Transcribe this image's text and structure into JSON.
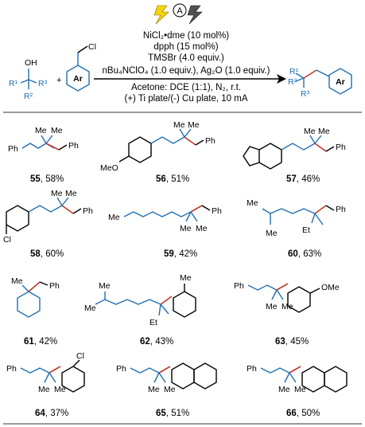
{
  "header": {
    "photo_label": "A",
    "conditions": [
      "NiCl₂•dme (10 mol%)",
      "dpph (15 mol%)",
      "TMSBr (4.0 equiv.)",
      "nBu₄NClO₄ (1.0 equiv.), Ag₂O (1.0 equiv.)",
      "Acetone: DCE (1:1), N₂, r.t.",
      "(+) Ti plate/(-) Cu plate, 10 mA"
    ],
    "reactant1": {
      "oh": "OH",
      "r1": "R¹",
      "r2": "R²",
      "r3": "R³"
    },
    "plus": "+",
    "reactant2": {
      "cl": "Cl",
      "ar": "Ar"
    },
    "product": {
      "r1": "R¹",
      "r2": "R²",
      "r3": "R³",
      "ar": "Ar"
    }
  },
  "compounds": [
    {
      "id": "55",
      "yield": "58%",
      "labels": [
        "Ph",
        "Me",
        "Me",
        "Ph"
      ]
    },
    {
      "id": "56",
      "yield": "51%",
      "labels": [
        "MeO",
        "Me",
        "Me",
        "Ph"
      ]
    },
    {
      "id": "57",
      "yield": "46%",
      "labels": [
        "Me",
        "Me",
        "Ph"
      ]
    },
    {
      "id": "58",
      "yield": "60%",
      "labels": [
        "Cl",
        "Me",
        "Me",
        "Ph"
      ]
    },
    {
      "id": "59",
      "yield": "42%",
      "labels": [
        "Me",
        "Me",
        "Me",
        "Ph"
      ]
    },
    {
      "id": "60",
      "yield": "63%",
      "labels": [
        "Me",
        "Me",
        "Et",
        "Ph"
      ]
    },
    {
      "id": "61",
      "yield": "42%",
      "labels": [
        "Me",
        "Ph"
      ]
    },
    {
      "id": "62",
      "yield": "43%",
      "labels": [
        "Me",
        "Me",
        "Et",
        "Me"
      ]
    },
    {
      "id": "63",
      "yield": "45%",
      "labels": [
        "Ph",
        "Me",
        "Me",
        "OMe"
      ]
    },
    {
      "id": "64",
      "yield": "37%",
      "labels": [
        "Ph",
        "Me",
        "Me",
        "Cl"
      ]
    },
    {
      "id": "65",
      "yield": "51%",
      "labels": [
        "Ph",
        "Me",
        "Me"
      ]
    },
    {
      "id": "66",
      "yield": "50%",
      "labels": [
        "Ph",
        "Me",
        "Me"
      ]
    }
  ]
}
